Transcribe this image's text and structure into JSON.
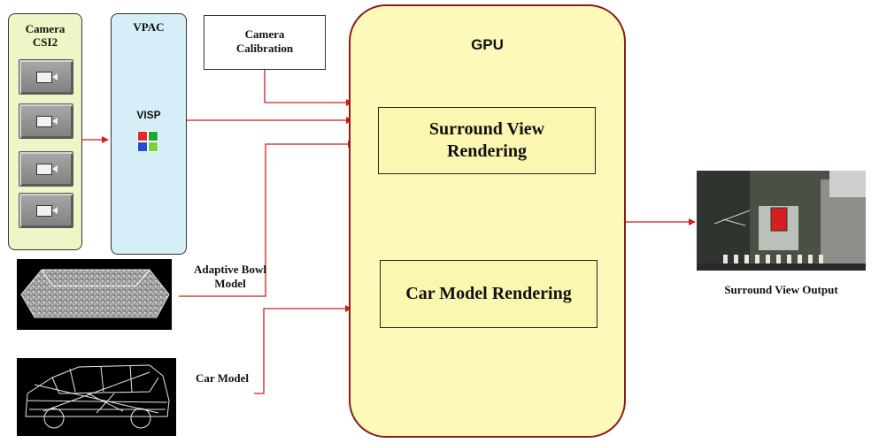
{
  "camera": {
    "title": "Camera\nCSI2",
    "buttons": [
      {
        "icon": "video-camera-icon"
      },
      {
        "icon": "video-camera-icon"
      },
      {
        "icon": "video-camera-icon"
      },
      {
        "icon": "video-camera-icon"
      }
    ]
  },
  "vpac": {
    "title": "VPAC",
    "visp_label": "VISP",
    "visp_icon": "color-filter-icon",
    "visp_colors": [
      "#e02b2b",
      "#1fa83a",
      "#1d4fd8",
      "#7cd23c"
    ]
  },
  "calibration": {
    "label": "Camera\nCalibration"
  },
  "gpu": {
    "title": "GPU",
    "surround_view_rendering": "Surround View\nRendering",
    "car_model_rendering": "Car Model Rendering"
  },
  "inputs": {
    "adaptive_bowl_label": "Adaptive Bowl\nModel",
    "car_model_label": "Car Model"
  },
  "output": {
    "label": "Surround View Output"
  },
  "colors": {
    "arrow": "#d01f1f",
    "gpu_border": "#8b1c1c",
    "gpu_fill": "#fdf9b9",
    "camera_fill": "#eef5c6",
    "vpac_fill": "#d5eef7"
  }
}
